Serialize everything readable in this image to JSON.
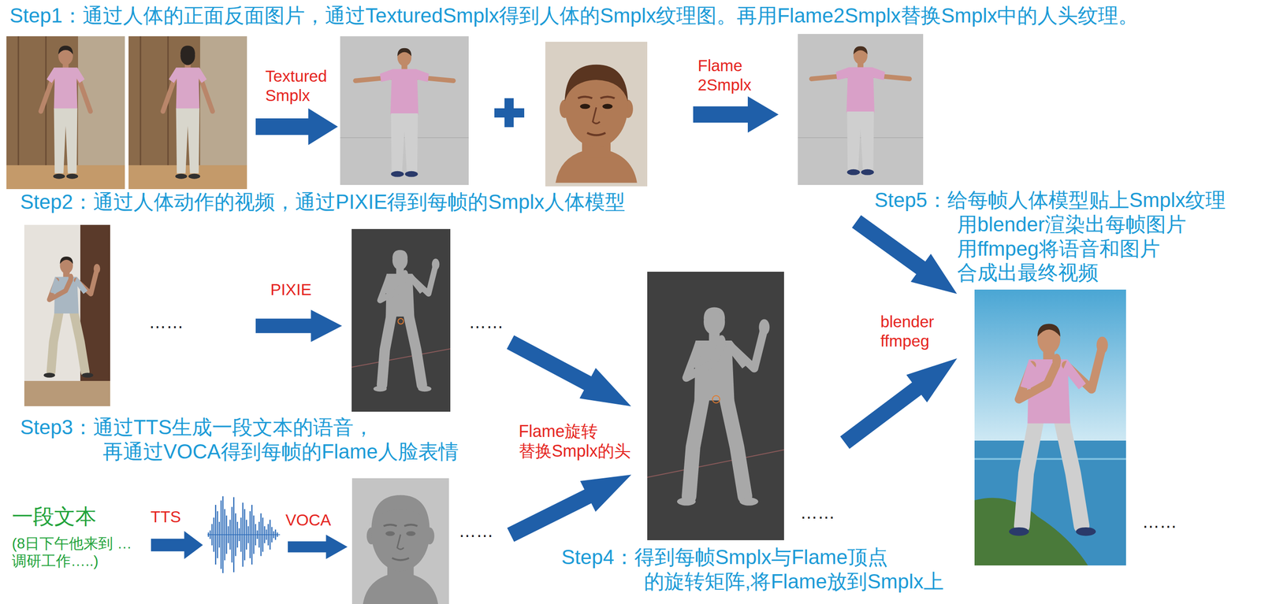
{
  "diagram": {
    "labels": [
      "Step1：通过人体的正面反面图片，通过TexturedSmplx得到人体的Smplx纹理图。再用Flame2Smplx替换Smplx中的人头纹理。",
      "Textured Smplx",
      "Flame 2Smplx",
      "Step2：通过人体动作的视频，通过PIXIE得到每帧的Smplx人体模型",
      "Step5：给每帧人体模型贴上Smplx纹理 用blender渲染出每帧图片 用ffmpeg将语音和图片 合成出最终视频",
      "PIXIE",
      "……",
      "……",
      "blender ffmpeg",
      "Step3：通过TTS生成一段文本的语音， 再通过VOCA得到每帧的Flame人脸表情",
      "Flame旋转 替换Smplx的头",
      "……",
      "……",
      "一段文本",
      "TTS",
      "VOCA",
      "……",
      "(8日下午他来到 …调研工作…..)",
      "Step4：得到每帧Smplx与Flame顶点 的旋转矩阵,将Flame放到Smplx上"
    ]
  }
}
